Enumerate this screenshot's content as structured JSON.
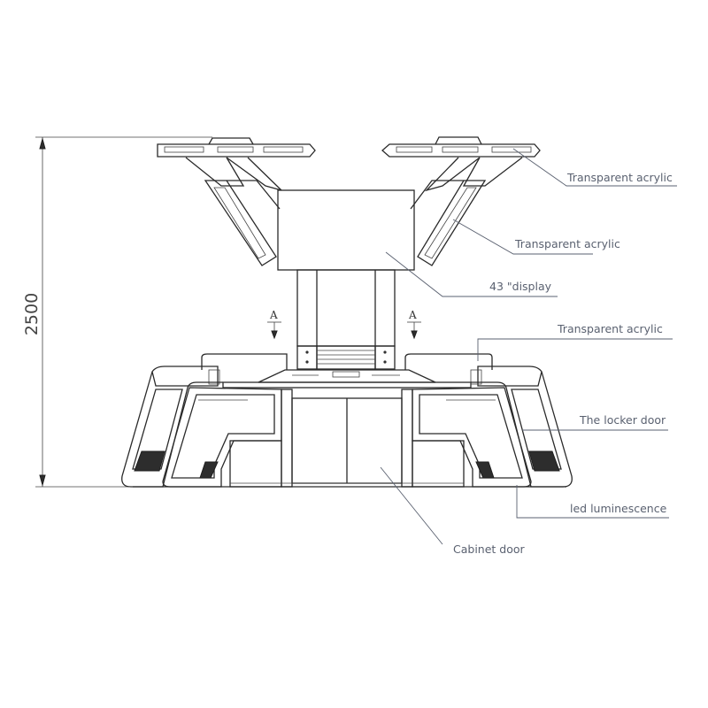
{
  "dimension": {
    "height_value": "2500"
  },
  "section_markers": {
    "left": "A",
    "right": "A"
  },
  "callouts": [
    {
      "id": "acrylic-top",
      "label": "Transparent acrylic"
    },
    {
      "id": "acrylic-arm",
      "label": "Transparent acrylic"
    },
    {
      "id": "display",
      "label": "43 \"display"
    },
    {
      "id": "acrylic-desk",
      "label": "Transparent acrylic"
    },
    {
      "id": "locker-door",
      "label": "The locker door"
    },
    {
      "id": "led",
      "label": "led luminescence"
    },
    {
      "id": "cabinet-door",
      "label": "Cabinet door"
    }
  ]
}
